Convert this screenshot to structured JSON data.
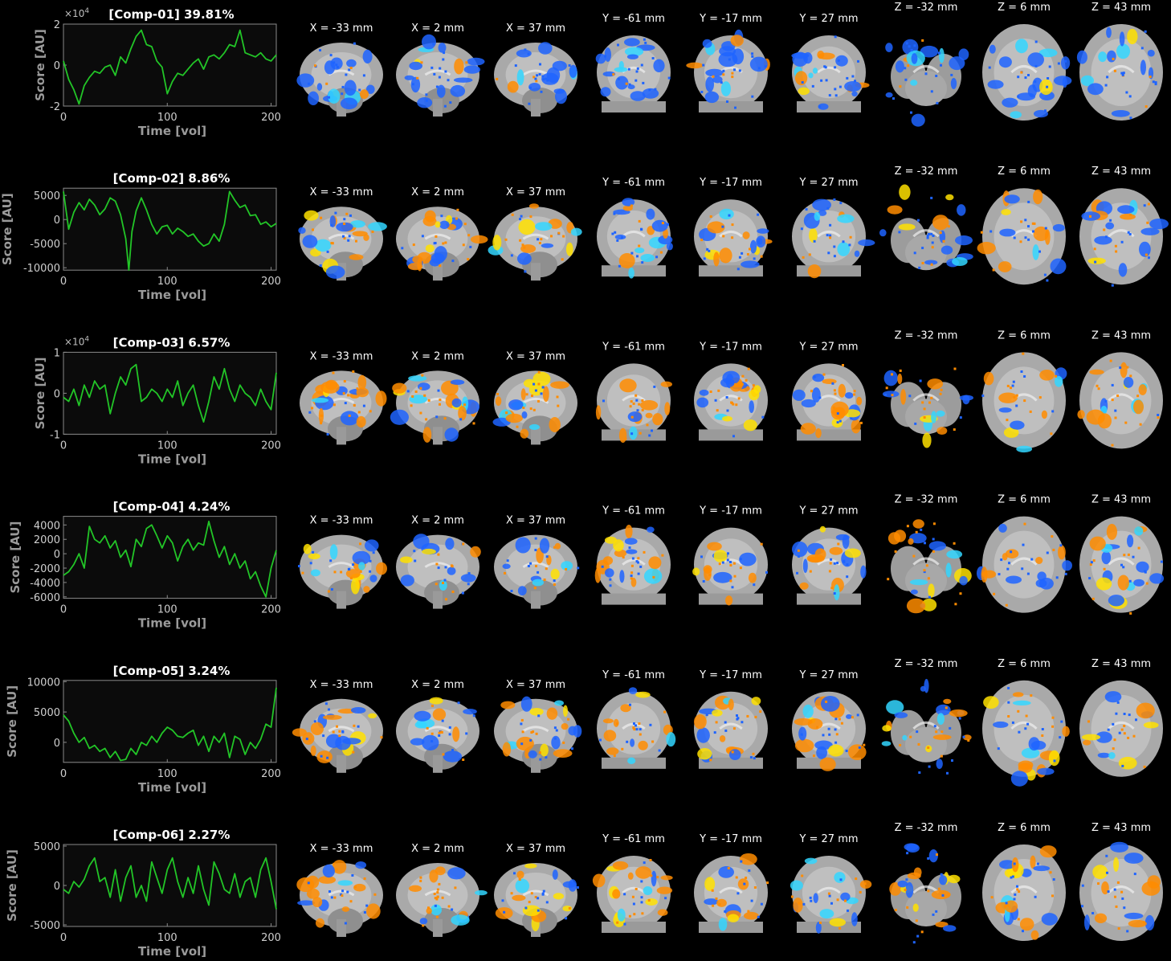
{
  "chart_data": [
    {
      "type": "line",
      "title": "[Comp-01] 39.81%",
      "xlabel": "Time [vol]",
      "ylabel": "Score [AU]",
      "y_exponent_label": "×10",
      "y_exponent_power": "4",
      "xlim": [
        0,
        205
      ],
      "ylim": [
        -2,
        2
      ],
      "xticks": [
        "0",
        "100",
        "200"
      ],
      "yticks": [
        {
          "v": 2,
          "label": "2"
        },
        {
          "v": 0,
          "label": "0"
        },
        {
          "v": -2,
          "label": "-2"
        }
      ],
      "x": [
        0,
        5,
        10,
        15,
        20,
        25,
        30,
        35,
        40,
        45,
        50,
        55,
        60,
        65,
        70,
        75,
        80,
        85,
        90,
        95,
        100,
        105,
        110,
        115,
        120,
        125,
        130,
        135,
        140,
        145,
        150,
        155,
        160,
        165,
        170,
        175,
        180,
        185,
        190,
        195,
        200,
        205
      ],
      "values": [
        0.2,
        -0.7,
        -1.2,
        -1.9,
        -1.0,
        -0.6,
        -0.3,
        -0.4,
        -0.1,
        0.0,
        -0.5,
        0.4,
        0.1,
        0.8,
        1.4,
        1.7,
        1.0,
        0.9,
        0.2,
        -0.1,
        -1.4,
        -0.8,
        -0.4,
        -0.5,
        -0.2,
        0.1,
        0.3,
        -0.2,
        0.4,
        0.5,
        0.3,
        0.6,
        1.0,
        0.9,
        1.7,
        0.6,
        0.5,
        0.4,
        0.6,
        0.3,
        0.2,
        0.5
      ]
    },
    {
      "type": "line",
      "title": "[Comp-02] 8.86%",
      "xlabel": "Time [vol]",
      "ylabel": "Score [AU]",
      "xlim": [
        0,
        205
      ],
      "ylim": [
        -10500,
        6500
      ],
      "xticks": [
        "0",
        "100",
        "200"
      ],
      "yticks": [
        {
          "v": 5000,
          "label": "5000"
        },
        {
          "v": 0,
          "label": "0"
        },
        {
          "v": -5000,
          "label": "-5000"
        },
        {
          "v": -10000,
          "label": "-10000"
        }
      ],
      "x": [
        0,
        5,
        10,
        15,
        20,
        25,
        30,
        35,
        40,
        45,
        50,
        55,
        60,
        63,
        66,
        70,
        75,
        80,
        85,
        90,
        95,
        100,
        105,
        110,
        115,
        120,
        125,
        130,
        135,
        140,
        145,
        150,
        155,
        160,
        165,
        170,
        175,
        180,
        185,
        190,
        195,
        200,
        205
      ],
      "values": [
        5800,
        -2000,
        1500,
        3500,
        2000,
        4200,
        3000,
        1000,
        2200,
        4500,
        3800,
        1000,
        -4000,
        -10500,
        -2500,
        1800,
        4500,
        2000,
        -1000,
        -3000,
        -1500,
        -1200,
        -3000,
        -1800,
        -2500,
        -3500,
        -3000,
        -4500,
        -5500,
        -5000,
        -3000,
        -4500,
        -1000,
        5800,
        4000,
        2500,
        3000,
        800,
        1000,
        -1000,
        -500,
        -1500,
        -800
      ]
    },
    {
      "type": "line",
      "title": "[Comp-03] 6.57%",
      "xlabel": "Time [vol]",
      "ylabel": "Score [AU]",
      "y_exponent_label": "×10",
      "y_exponent_power": "4",
      "xlim": [
        0,
        205
      ],
      "ylim": [
        -1,
        1
      ],
      "xticks": [
        "0",
        "100",
        "200"
      ],
      "yticks": [
        {
          "v": 1,
          "label": "1"
        },
        {
          "v": 0,
          "label": "0"
        },
        {
          "v": -1,
          "label": "-1"
        }
      ],
      "x": [
        0,
        5,
        10,
        15,
        20,
        25,
        30,
        35,
        40,
        45,
        50,
        55,
        60,
        65,
        70,
        75,
        80,
        85,
        90,
        95,
        100,
        105,
        110,
        115,
        120,
        125,
        130,
        135,
        140,
        145,
        150,
        155,
        160,
        165,
        170,
        175,
        180,
        185,
        190,
        195,
        200,
        205
      ],
      "values": [
        -0.1,
        -0.2,
        0.1,
        -0.3,
        0.2,
        -0.1,
        0.3,
        0.1,
        0.2,
        -0.5,
        0.0,
        0.4,
        0.2,
        0.6,
        0.7,
        -0.2,
        -0.1,
        0.1,
        0.0,
        -0.2,
        0.1,
        -0.1,
        0.3,
        -0.3,
        0.0,
        0.2,
        -0.3,
        -0.7,
        -0.2,
        0.4,
        0.1,
        0.6,
        0.1,
        -0.2,
        0.2,
        0.0,
        -0.1,
        -0.3,
        0.1,
        -0.2,
        -0.4,
        0.5
      ]
    },
    {
      "type": "line",
      "title": "[Comp-04] 4.24%",
      "xlabel": "Time [vol]",
      "ylabel": "Score [AU]",
      "xlim": [
        0,
        205
      ],
      "ylim": [
        -6200,
        5200
      ],
      "xticks": [
        "0",
        "100",
        "200"
      ],
      "yticks": [
        {
          "v": 4000,
          "label": "4000"
        },
        {
          "v": 2000,
          "label": "2000"
        },
        {
          "v": 0,
          "label": "0"
        },
        {
          "v": -2000,
          "label": "-2000"
        },
        {
          "v": -4000,
          "label": "-4000"
        },
        {
          "v": -6000,
          "label": "-6000"
        }
      ],
      "x": [
        0,
        5,
        10,
        15,
        20,
        25,
        30,
        35,
        40,
        45,
        50,
        55,
        60,
        65,
        70,
        75,
        80,
        85,
        90,
        95,
        100,
        105,
        110,
        115,
        120,
        125,
        130,
        135,
        140,
        145,
        150,
        155,
        160,
        165,
        170,
        175,
        180,
        185,
        190,
        195,
        200,
        205
      ],
      "values": [
        -3000,
        -2500,
        -1500,
        0,
        -2000,
        3800,
        2000,
        1500,
        2500,
        800,
        1800,
        -500,
        500,
        -1800,
        2000,
        1000,
        3500,
        4000,
        2500,
        800,
        2500,
        1500,
        -1000,
        1000,
        2000,
        500,
        1500,
        1200,
        4500,
        1800,
        -500,
        1000,
        -1500,
        0,
        -2000,
        -1000,
        -3500,
        -2500,
        -4500,
        -6000,
        -2000,
        500
      ]
    },
    {
      "type": "line",
      "title": "[Comp-05] 3.24%",
      "xlabel": "Time [vol]",
      "ylabel": "Score [AU]",
      "xlim": [
        0,
        205
      ],
      "ylim": [
        -3300,
        10200
      ],
      "xticks": [
        "0",
        "100",
        "200"
      ],
      "yticks": [
        {
          "v": 10000,
          "label": "10000"
        },
        {
          "v": 5000,
          "label": "5000"
        },
        {
          "v": 0,
          "label": "0"
        }
      ],
      "x": [
        0,
        5,
        10,
        15,
        20,
        25,
        30,
        35,
        40,
        45,
        50,
        55,
        60,
        65,
        70,
        75,
        80,
        85,
        90,
        95,
        100,
        105,
        110,
        115,
        120,
        125,
        130,
        135,
        140,
        145,
        150,
        155,
        160,
        165,
        170,
        175,
        180,
        185,
        190,
        195,
        200,
        205
      ],
      "values": [
        4500,
        3500,
        1500,
        0,
        800,
        -1000,
        -500,
        -1500,
        -1000,
        -2500,
        -1500,
        -3000,
        -2800,
        -1000,
        -2000,
        0,
        -500,
        1000,
        0,
        1500,
        2500,
        2000,
        1000,
        800,
        1500,
        2000,
        -500,
        1000,
        -1500,
        1000,
        0,
        1500,
        -2500,
        1000,
        500,
        -2000,
        0,
        -1000,
        500,
        3000,
        2500,
        9000
      ]
    },
    {
      "type": "line",
      "title": "[Comp-06] 2.27%",
      "xlabel": "Time [vol]",
      "ylabel": "Score [AU]",
      "xlim": [
        0,
        205
      ],
      "ylim": [
        -5200,
        5200
      ],
      "xticks": [
        "0",
        "100",
        "200"
      ],
      "yticks": [
        {
          "v": 5000,
          "label": "5000"
        },
        {
          "v": 0,
          "label": "0"
        },
        {
          "v": -5000,
          "label": "-5000"
        }
      ],
      "x": [
        0,
        5,
        10,
        15,
        20,
        25,
        30,
        35,
        40,
        45,
        50,
        55,
        60,
        65,
        70,
        75,
        80,
        85,
        90,
        95,
        100,
        105,
        110,
        115,
        120,
        125,
        130,
        135,
        140,
        145,
        150,
        155,
        160,
        165,
        170,
        175,
        180,
        185,
        190,
        195,
        200,
        205
      ],
      "values": [
        -500,
        -1000,
        500,
        -200,
        800,
        2500,
        3500,
        500,
        1000,
        -1500,
        2000,
        -2000,
        1000,
        2500,
        -1500,
        0,
        -2000,
        3000,
        1000,
        -1000,
        2000,
        3500,
        500,
        -1500,
        1000,
        -1000,
        2500,
        -500,
        -2500,
        3000,
        1500,
        -500,
        -1000,
        1500,
        -1500,
        500,
        1000,
        -1500,
        2000,
        3500,
        500,
        -3000
      ]
    }
  ],
  "slice_labels": {
    "x": [
      "X = -33 mm",
      "X = 2 mm",
      "X = 37 mm"
    ],
    "y": [
      "Y = -61 mm",
      "Y = -17 mm",
      "Y = 27 mm"
    ],
    "z": [
      "Z = -32 mm",
      "Z = 6 mm",
      "Z = 43 mm"
    ]
  },
  "colors": {
    "background": "#000000",
    "plot_background": "#0b0b0b",
    "plot_frame": "#8a8a8a",
    "line": "#22c527",
    "positive_map": "#ff8c00",
    "positive_map_peak": "#ffe000",
    "negative_map": "#1e64ff",
    "negative_map_peak": "#33d6ff",
    "brain_gray": "#b5b5b5"
  }
}
